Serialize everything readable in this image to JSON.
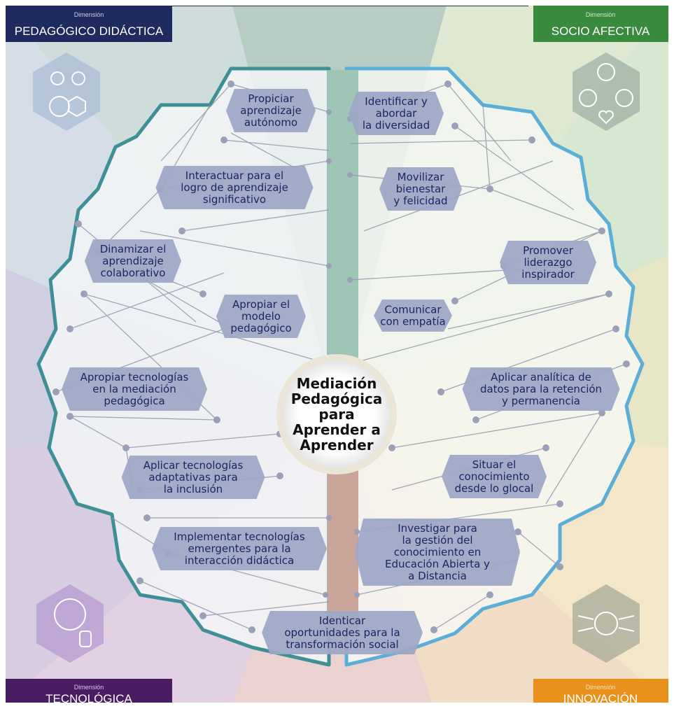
{
  "title": {
    "lines": [
      "Mediación",
      "Pedagógica",
      "para",
      "Aprender a",
      "Aprender"
    ]
  },
  "dimensions": {
    "top_left": {
      "caption": "Dimensión",
      "name": "PEDAGÓGICO DIDÁCTICA",
      "color": "#1f2a5e"
    },
    "top_right": {
      "caption": "Dimensión",
      "name": "SOCIO AFECTIVA",
      "color": "#3a8a3e"
    },
    "bottom_left": {
      "caption": "Dimensión",
      "name": "TECNOLÓGICA",
      "color": "#4a1d63"
    },
    "bottom_right": {
      "caption": "Dimensión",
      "name": "INNOVACIÓN",
      "color": "#e8921c"
    }
  },
  "nodes": {
    "propiciar": [
      "Propiciar",
      "aprendizaje",
      "autónomo"
    ],
    "interactuar": [
      "Interactuar para el",
      "logro de aprendizaje",
      "significativo"
    ],
    "dinamizar": [
      "Dinamizar el",
      "aprendizaje",
      "colaborativo"
    ],
    "apropiar_modelo": [
      "Apropiar el",
      "modelo",
      "pedagógico"
    ],
    "apropiar_tec": [
      "Apropiar tecnologías",
      "en la mediación",
      "pedagógica"
    ],
    "aplicar_tec": [
      "Aplicar tecnologías",
      "adaptativas para",
      "la inclusión"
    ],
    "implementar": [
      "Implementar tecnologías",
      "emergentes para la",
      "interacción didáctica"
    ],
    "identicar": [
      "Identicar",
      "oportunidades para la",
      "transformación social"
    ],
    "identificar": [
      "Identificar y",
      "abordar",
      "la diversidad"
    ],
    "movilizar": [
      "Movilizar",
      "bienestar",
      "y felicidad"
    ],
    "promover": [
      "Promover",
      "liderazgo",
      "inspirador"
    ],
    "comunicar": [
      "Comunicar",
      "con empatía"
    ],
    "analitica": [
      "Aplicar analítica de",
      "datos para la retención",
      "y permanencia"
    ],
    "situar": [
      "Situar el",
      "conocimiento",
      "desde lo glocal"
    ],
    "investigar": [
      "Investigar para",
      "la gestión del",
      "conocimiento en",
      "Educación Abierta y",
      "a Distancia"
    ]
  },
  "icons": {
    "top_left": "gears-bulb-person-icon",
    "top_right": "brain-people-heart-icon",
    "bottom_left": "brain-database-icon",
    "bottom_right": "person-network-icon"
  },
  "colors": {
    "node_fill": "#9ea8c6",
    "node_text": "#1c2660",
    "left_outline": "#3f8f97",
    "right_outline": "#5aaed8",
    "title_text": "#111111"
  }
}
